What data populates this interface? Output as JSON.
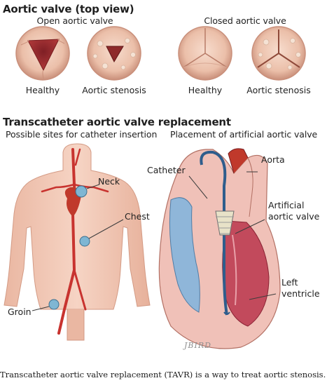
{
  "section1": {
    "title": "Aortic valve (top view)",
    "open_label": "Open aortic valve",
    "closed_label": "Closed aortic valve",
    "valves": [
      {
        "state": "open",
        "label": "Healthy"
      },
      {
        "state": "open",
        "label": "Aortic stenosis"
      },
      {
        "state": "closed",
        "label": "Healthy"
      },
      {
        "state": "closed",
        "label": "Aortic stenosis"
      }
    ]
  },
  "section2": {
    "title": "Transcatheter aortic valve replacement",
    "left_subtitle": "Possible sites for catheter insertion",
    "right_subtitle": "Placement of artificial aortic valve",
    "body_sites": [
      "Neck",
      "Chest",
      "Groin"
    ],
    "heart_labels": {
      "catheter": "Catheter",
      "aorta": "Aorta",
      "artificial_line1": "Artificial",
      "artificial_line2": "aortic valve",
      "left_line1": "Left",
      "left_line2": "ventricle"
    },
    "signature": "JBIRD"
  },
  "caption": "Transcatheter aortic valve replacement (TAVR) is a way to treat aortic stenosis.",
  "colors": {
    "valve_ring": "#e9b9a3",
    "valve_ring_edge": "#c98f7a",
    "leaflet": "#f3d0bf",
    "opening": "#9c2a2a",
    "body_skin": "#f1c8b5",
    "artery": "#c8332f",
    "site_dot": "#7fb6d3",
    "heart_wall": "#f0c1b8",
    "heart_red": "#b8384b",
    "heart_blue": "#8fb6d9",
    "catheter": "#2f5d8c"
  }
}
